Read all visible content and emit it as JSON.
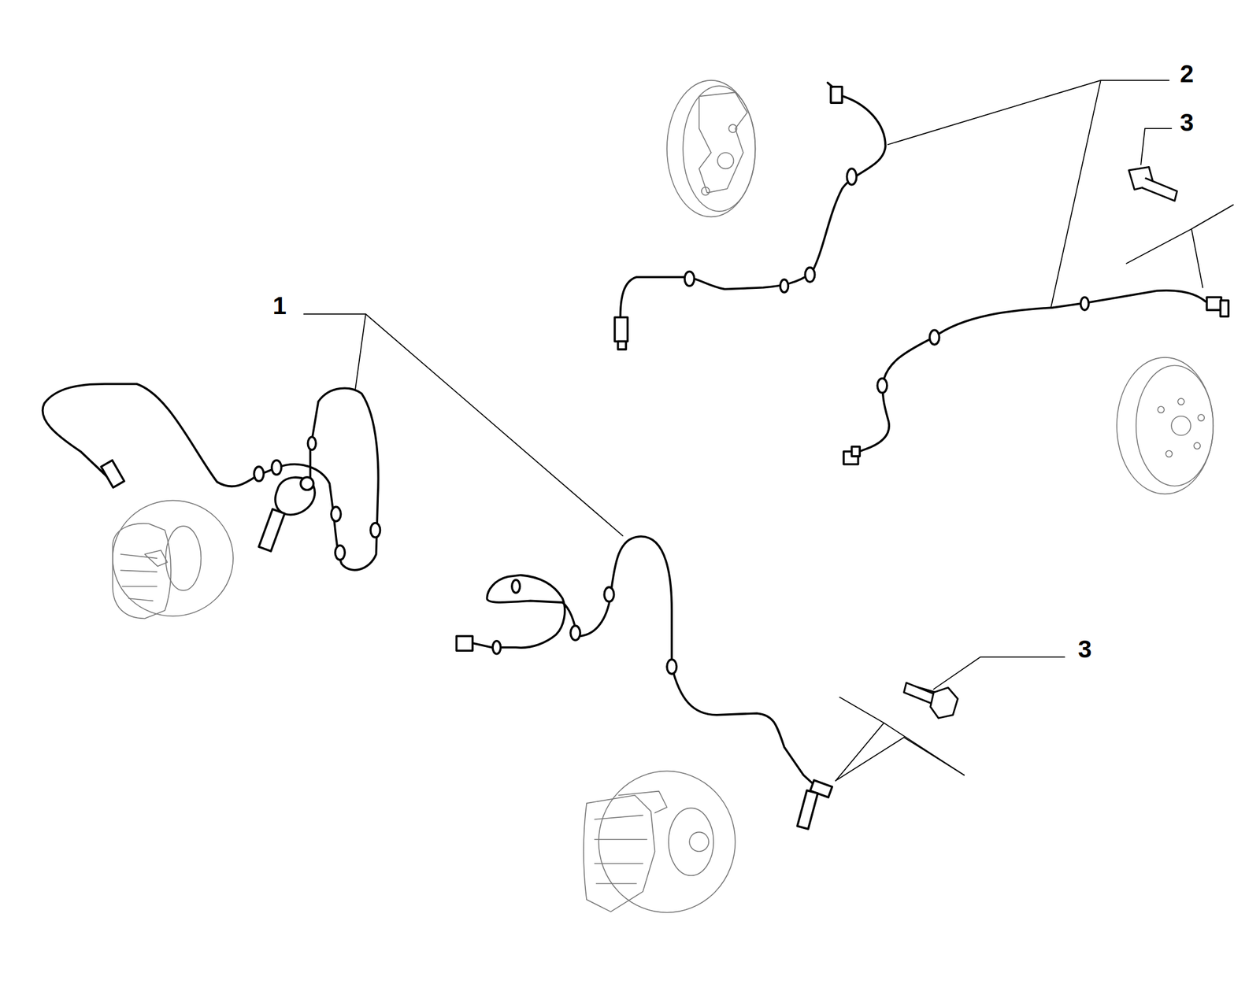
{
  "diagram": {
    "labels": [
      "2",
      "3",
      "1",
      "3"
    ]
  }
}
